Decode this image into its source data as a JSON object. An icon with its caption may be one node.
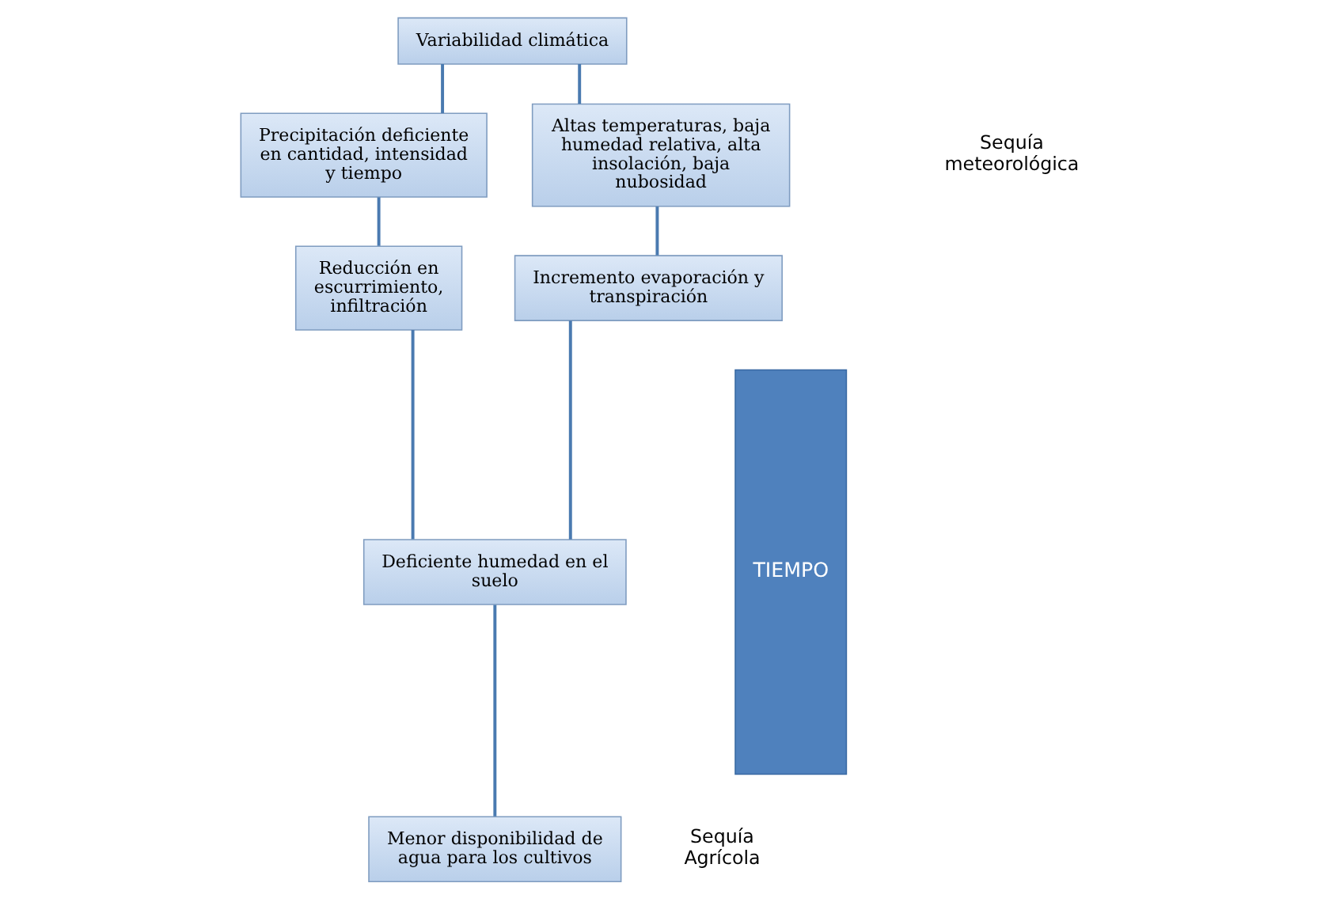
{
  "diagram": {
    "nodes": [
      {
        "text": [
          "Variabilidad climática"
        ]
      },
      {
        "text": [
          "Precipitación deficiente en cantidad, intensidad y tiempo"
        ]
      },
      {
        "text": [
          "Altas temperaturas, baja humedad relativa, alta insolación, baja nubosidad"
        ]
      },
      {
        "text": [
          "Reducción en escurrimiento, infiltración"
        ]
      },
      {
        "text": [
          "Incremento evaporación y transpiración"
        ]
      },
      {
        "text": [
          "Deficiente humedad en el suelo"
        ]
      },
      {
        "text": [
          "Menor disponibilidad de agua para los cultivos"
        ]
      },
      {
        "text": [
          "TIEMPO"
        ]
      }
    ],
    "edges": [
      {
        "from": 0,
        "to": 1,
        "arrow": "none"
      },
      {
        "from": 0,
        "to": 2,
        "arrow": "none"
      },
      {
        "from": 1,
        "to": 3,
        "arrow": "none"
      },
      {
        "from": 2,
        "to": 4,
        "arrow": "none"
      },
      {
        "from": 3,
        "to": 5,
        "arrow": "none"
      },
      {
        "from": 4,
        "to": 5,
        "arrow": "none"
      },
      {
        "from": 5,
        "to": 6,
        "arrow": "none"
      }
    ],
    "labels": [
      "Sequía meteorológica",
      "Sequía Agrícola"
    ]
  }
}
